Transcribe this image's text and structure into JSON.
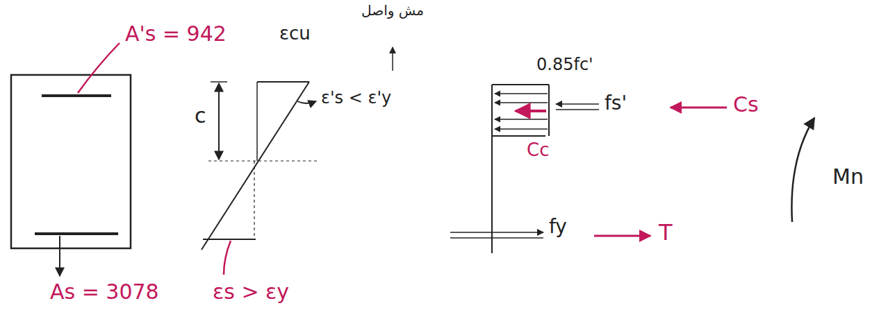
{
  "diagram": {
    "labels": [
      "A's = 942",
      "εcu",
      "مش واصل",
      "0.85fc'",
      "c",
      "ε's < ε'y",
      "fs'",
      "Cs",
      "Cc",
      "Mn",
      "fy",
      "T",
      "As = 3078",
      "εs > εy"
    ]
  }
}
